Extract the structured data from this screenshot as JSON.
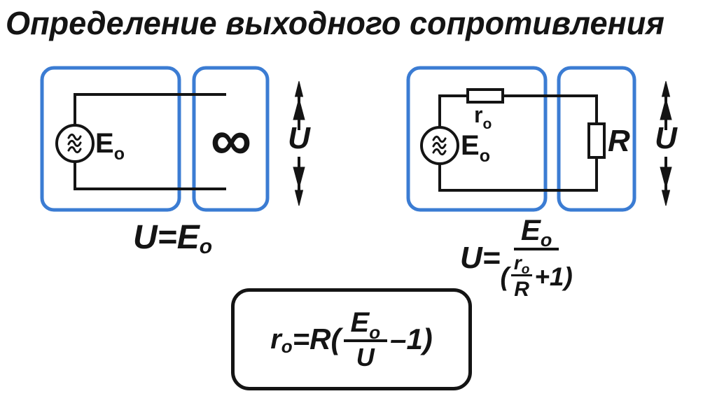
{
  "title": "Определение выходного сопротивления",
  "colors": {
    "box_blue": "#3b7cd3",
    "ink": "#141414"
  },
  "left_circuit": {
    "source_label": "E",
    "source_sub": "o",
    "infinity_symbol": "∞",
    "voltage_label": "U",
    "formula": {
      "body": "U=E",
      "sub": "o"
    }
  },
  "right_circuit": {
    "source_label": "E",
    "source_sub": "o",
    "resistor_label": "r",
    "resistor_sub": "o",
    "load_label": "R",
    "voltage_label": "U",
    "formula": {
      "lhs": "U=",
      "num": "E",
      "num_sub": "o",
      "den_open": "(",
      "inner_num": "r",
      "inner_num_sub": "o",
      "inner_den": "R",
      "den_tail": "+1)"
    }
  },
  "result_formula": {
    "lhs": "r",
    "lhs_sub": "o",
    "mid": "=R(",
    "num": "E",
    "num_sub": "o",
    "den": "U",
    "tail": "–1)"
  }
}
